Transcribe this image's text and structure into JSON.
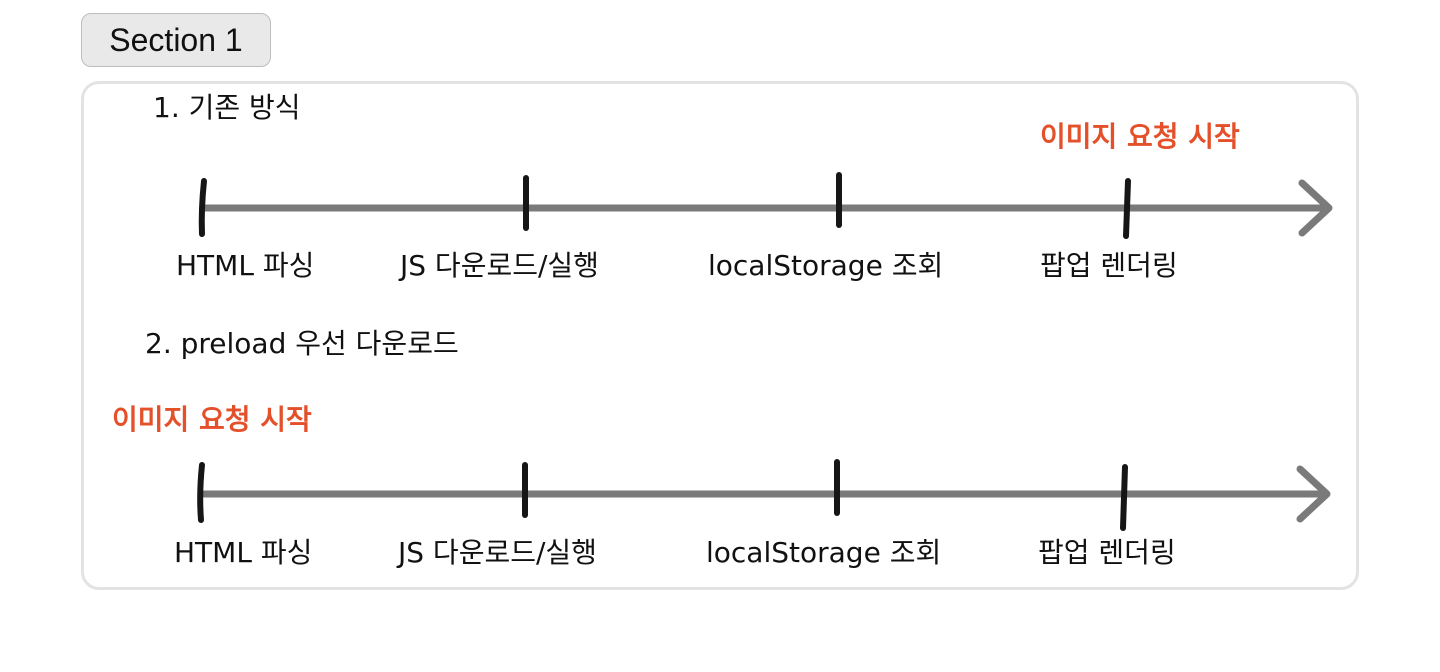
{
  "section": {
    "label": "Section 1"
  },
  "colors": {
    "marker": "#e4502a",
    "timeline": "#7a7a7a",
    "tick": "#161616"
  },
  "timelines": [
    {
      "heading": "1. 기존 방식",
      "marker_text": "이미지 요청 시작",
      "marker_at_step": 3,
      "steps": [
        "HTML 파싱",
        "JS  다운로드/실행",
        "localStorage 조회",
        "팝업 렌더링"
      ]
    },
    {
      "heading": "2. preload 우선 다운로드",
      "marker_text": "이미지 요청 시작",
      "marker_at_step": 0,
      "steps": [
        "HTML 파싱",
        "JS  다운로드/실행",
        "localStorage 조회",
        "팝업 렌더링"
      ]
    }
  ]
}
